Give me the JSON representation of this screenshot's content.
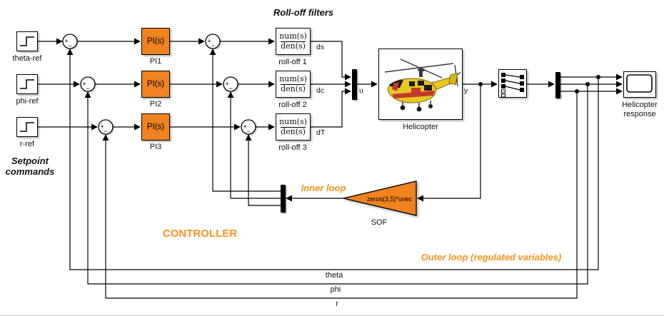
{
  "colors": {
    "block_fill_orange": "#F0821F",
    "annotation_orange": "#F7941E",
    "wire_black": "#000000",
    "canvas_background": "#FFFFFF",
    "helicopter_yellow": "#E8C722",
    "helicopter_red": "#C23A2E"
  },
  "annotations": {
    "rolloff_filters_title": "Roll-off filters",
    "setpoint_line1": "Setpoint",
    "setpoint_line2": "commands",
    "controller": "CONTROLLER",
    "inner_loop": "Inner loop",
    "outer_loop": "Outer loop (regulated variables)"
  },
  "sum": {
    "plus": "+",
    "minus": "−"
  },
  "sources": [
    {
      "label": "theta-ref"
    },
    {
      "label": "phi-ref"
    },
    {
      "label": "r-ref"
    }
  ],
  "pi_blocks": [
    {
      "text": "PI(s)",
      "label": "PI1"
    },
    {
      "text": "PI(s)",
      "label": "PI2"
    },
    {
      "text": "PI(s)",
      "label": "PI3"
    }
  ],
  "rolloff_blocks": [
    {
      "num": "num(s)",
      "den": "den(s)",
      "label": "roll-off 1",
      "signal": "ds"
    },
    {
      "num": "num(s)",
      "den": "den(s)",
      "label": "roll-off 2",
      "signal": "dc"
    },
    {
      "num": "num(s)",
      "den": "den(s)",
      "label": "roll-off 3",
      "signal": "dT"
    }
  ],
  "signals": {
    "mux_output": "u",
    "plant_output": "y"
  },
  "plant": {
    "label": "Helicopter"
  },
  "gain": {
    "expression": "zeros(3,5)*uvec",
    "label": "SOF"
  },
  "scope": {
    "label_line1": "Helicopter",
    "label_line2": "response"
  },
  "feedback_signals": [
    "theta",
    "phi",
    "r"
  ],
  "icons": {
    "source": "step-icon",
    "sum": "sum-circle-icon",
    "mux": "mux-bar-icon",
    "demux": "demux-bar-icon",
    "plant": "helicopter-icon",
    "selector": "selector-routing-icon",
    "scope": "scope-display-icon",
    "gain": "gain-triangle-icon"
  }
}
